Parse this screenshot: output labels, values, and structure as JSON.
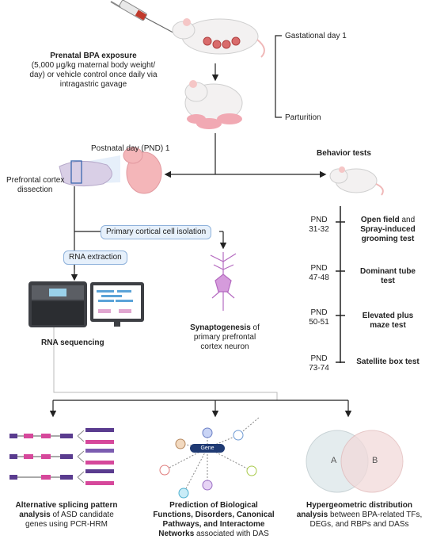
{
  "exposure": {
    "title": "Prenatal BPA exposure",
    "line1": "(5,000 μg/kg maternal body weight/",
    "line2": "day) or vehicle control once daily via",
    "line3": "intragastric gavage"
  },
  "timeline": {
    "start": "Gastational day 1",
    "end": "Parturition"
  },
  "pnd1": "Postnatal day (PND) 1",
  "dissection": {
    "line1": "Prefrontal cortex",
    "line2": "dissection"
  },
  "cell_isolation": "Primary cortical cell isolation",
  "rna_extraction": "RNA extraction",
  "rna_sequencing": "RNA sequencing",
  "synaptogenesis": {
    "bold": "Synaptogenesis",
    "rest1": " of",
    "line2": "primary prefrontal",
    "line3": "cortex neuron"
  },
  "behavior": {
    "title": "Behavior tests",
    "tests": [
      {
        "pnd1": "PND",
        "pnd2": "31-32",
        "b1": "Open field",
        "n1": " and",
        "b2": "Spray-induced",
        "b3": "grooming test"
      },
      {
        "pnd1": "PND",
        "pnd2": "47-48",
        "b1": "Dominant tube",
        "n1": "",
        "b2": "test",
        "b3": ""
      },
      {
        "pnd1": "PND",
        "pnd2": "50-51",
        "b1": "Elevated plus",
        "n1": "",
        "b2": "maze test",
        "b3": ""
      },
      {
        "pnd1": "PND",
        "pnd2": "73-74",
        "b1": "Satellite box test",
        "n1": "",
        "b2": "",
        "b3": ""
      }
    ]
  },
  "splicing": {
    "b1": "Alternative splicing pattern",
    "b2": "analysis",
    "n2": " of ASD candidate",
    "n3": "genes using PCR-HRM"
  },
  "prediction": {
    "b1": "Prediction of Biological",
    "b2": "Functions, Disorders, Canonical",
    "b3": "Pathways, and Interactome",
    "b4": "Networks",
    "n4": " associated with DAS",
    "gene_label": "Gene"
  },
  "hypergeo": {
    "b1": "Hypergeometric distribution",
    "b2": "analysis",
    "n2": " between BPA-related TFs,",
    "n3": "DEGs, and RBPs and DASs",
    "venn_a": "A",
    "venn_b": "B"
  },
  "colors": {
    "pill_bg": "#e6f0fb",
    "pill_border": "#8fb2db",
    "venn_a": "#e4ecee",
    "venn_b": "#f2dada",
    "gene_node": "#1f3a73"
  }
}
